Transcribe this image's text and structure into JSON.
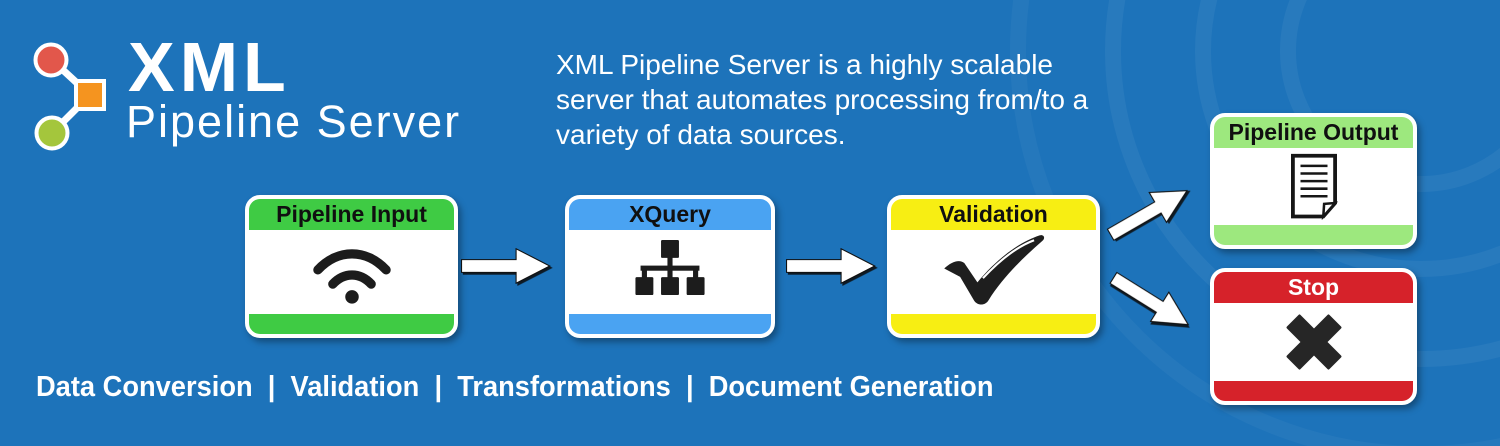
{
  "banner": {
    "background_color": "#1d73ba",
    "logo": {
      "icon": "molecule-logo-icon",
      "title": "XML",
      "subtitle": "Pipeline Server",
      "colors": {
        "red": "#e2574b",
        "orange": "#f5941f",
        "green": "#a4c63c"
      }
    },
    "description": {
      "line1": "XML Pipeline Server is a highly scalable",
      "line2": "server that automates processing from/to a",
      "line3": "variety of data sources."
    },
    "tagline": "Data Conversion  |  Validation  |  Transformations  |  Document Generation"
  },
  "flow": {
    "nodes": [
      {
        "id": "pipeline-input",
        "label": "Pipeline Input",
        "color": "#3fcb44",
        "text_color": "#101010",
        "icon": "wifi-icon"
      },
      {
        "id": "xquery",
        "label": "XQuery",
        "color": "#4aa3f2",
        "text_color": "#101010",
        "icon": "sitemap-icon"
      },
      {
        "id": "validation",
        "label": "Validation",
        "color": "#f7ee13",
        "text_color": "#101010",
        "icon": "checkmark-icon"
      },
      {
        "id": "pipeline-output",
        "label": "Pipeline Output",
        "color": "#9de87e",
        "text_color": "#101010",
        "icon": "document-icon"
      },
      {
        "id": "stop",
        "label": "Stop",
        "color": "#d6222a",
        "text_color": "#ffffff",
        "icon": "x-icon"
      }
    ],
    "edges": [
      {
        "from": "pipeline-input",
        "to": "xquery"
      },
      {
        "from": "xquery",
        "to": "validation"
      },
      {
        "from": "validation",
        "to": "pipeline-output"
      },
      {
        "from": "validation",
        "to": "stop"
      }
    ],
    "arrow_color": "#ffffff"
  }
}
